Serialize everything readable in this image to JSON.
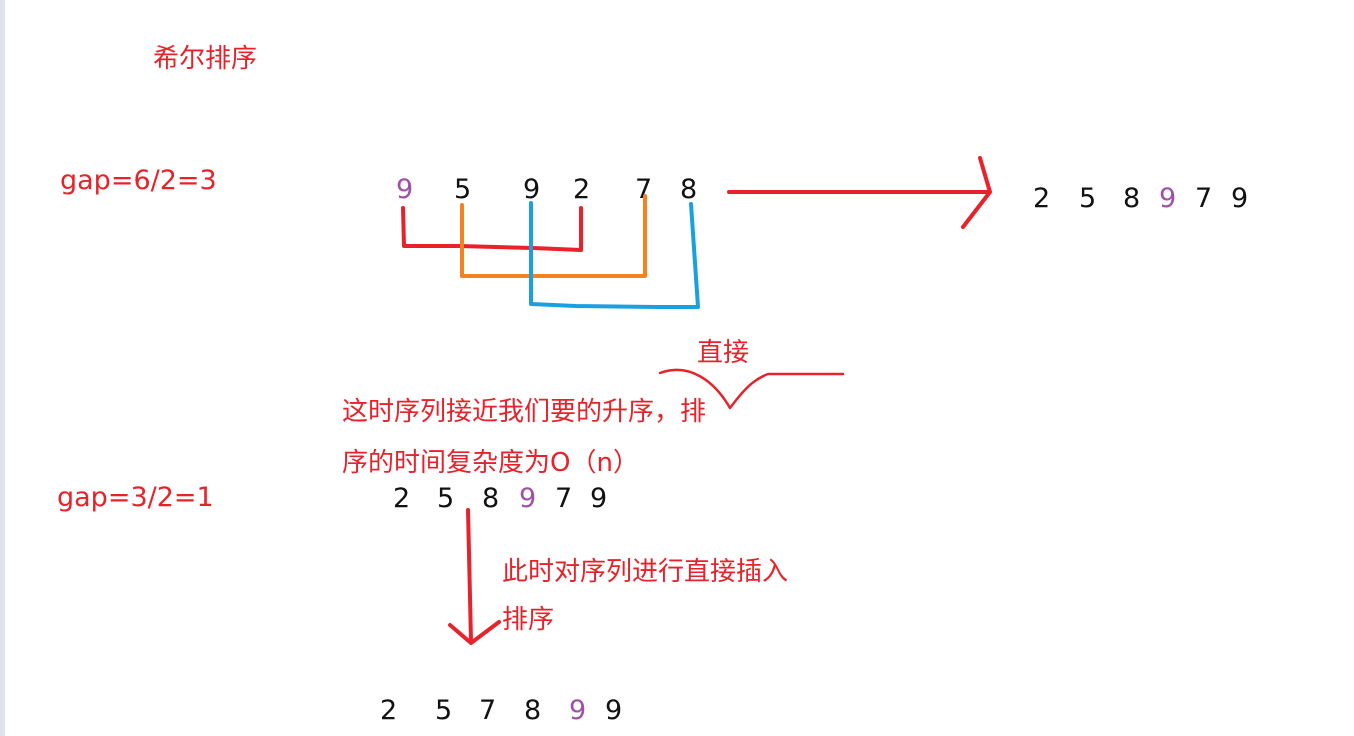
{
  "title": "希尔排序",
  "gap1": "gap=6/2=3",
  "gap2": "gap=3/2=1",
  "colors": {
    "ink_red": "#e8222a",
    "ink_orange": "#f58220",
    "ink_blue": "#1aa0e0",
    "highlight_purple": "#a04fa8",
    "text": "#111111"
  },
  "row_initial": [
    "9",
    "5",
    "9",
    "2",
    "7",
    "8"
  ],
  "row_after_gap1": [
    "2",
    "5",
    "8",
    "9",
    "7",
    "9"
  ],
  "row_gap1_input": [
    "2",
    "5",
    "8",
    "9",
    "7",
    "9"
  ],
  "row_final": [
    "2",
    "5",
    "7",
    "8",
    "9",
    "9"
  ],
  "note_direct": "直接",
  "note_line1": "这时序列接近我们要的升序，排",
  "note_line2": "序的时间复杂度为O（n）",
  "insert_line1": "此时对序列进行直接插入",
  "insert_line2": "排序"
}
